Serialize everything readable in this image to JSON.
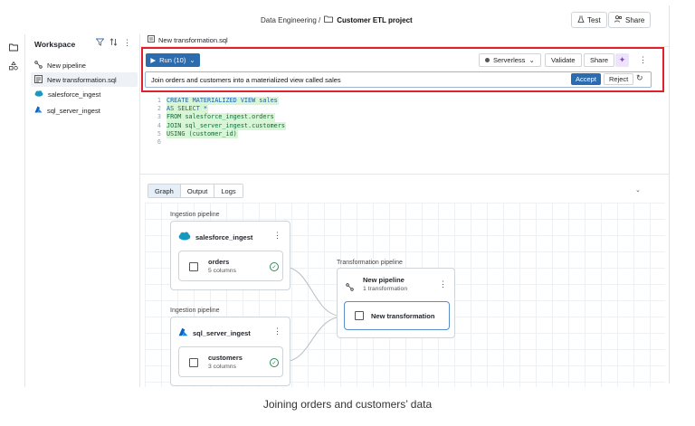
{
  "header": {
    "breadcrumb_parent": "Data Engineering /",
    "project_title": "Customer ETL project",
    "test_label": "Test",
    "share_label": "Share"
  },
  "sidebar": {
    "title": "Workspace",
    "items": [
      {
        "label": "New pipeline",
        "icon": "pipeline-icon"
      },
      {
        "label": "New transformation.sql",
        "icon": "sql-file-icon"
      },
      {
        "label": "salesforce_ingest",
        "icon": "salesforce-icon"
      },
      {
        "label": "sql_server_ingest",
        "icon": "azure-icon"
      }
    ]
  },
  "editor": {
    "tab_label": "New transformation.sql",
    "run_label": "Run (10)",
    "compute_label": "Serverless",
    "validate_label": "Validate",
    "share_label": "Share",
    "prompt_text": "Join orders and customers into a materialized view called sales",
    "accept_label": "Accept",
    "reject_label": "Reject",
    "code_lines": [
      {
        "num": "1",
        "text": "CREATE MATERIALIZED VIEW sales"
      },
      {
        "num": "2",
        "text": "AS SELECT *"
      },
      {
        "num": "3",
        "text": "FROM salesforce_ingest.orders"
      },
      {
        "num": "4",
        "text": "JOIN sql_server_ingest.customers"
      },
      {
        "num": "5",
        "text": "USING (customer_id)"
      },
      {
        "num": "6",
        "text": ""
      }
    ]
  },
  "graph": {
    "tabs": [
      "Graph",
      "Output",
      "Logs"
    ],
    "active_tab": "Graph",
    "ingestion_label_1": "Ingestion pipeline",
    "ingestion_label_2": "Ingestion pipeline",
    "transformation_label": "Transformation pipeline",
    "salesforce_title": "salesforce_ingest",
    "orders_title": "orders",
    "orders_sub": "5 columns",
    "sqlserver_title": "sql_server_ingest",
    "customers_title": "customers",
    "customers_sub": "3 columns",
    "pipeline_title": "New pipeline",
    "pipeline_sub": "1 transformation",
    "transformation_title": "New transformation"
  },
  "caption": "Joining orders and customers’ data",
  "colors": {
    "accent": "#2b6cb0",
    "highlight_box": "#e0202a",
    "code_added_bg": "#d8f5d5"
  }
}
